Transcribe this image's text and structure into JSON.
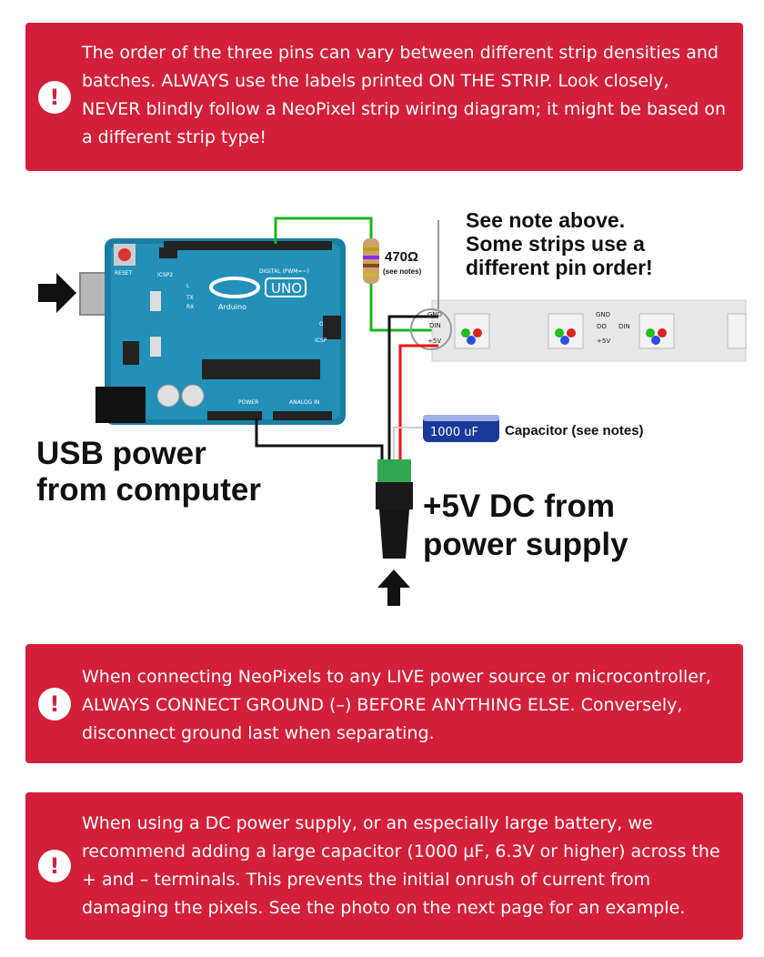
{
  "warnings": [
    {
      "icon": "!",
      "text": "The order of the three pins can vary between different strip densities and batches. ALWAYS use the labels printed ON THE STRIP. Look closely, NEVER blindly follow a NeoPixel strip wiring diagram; it might be based on a different strip type!"
    },
    {
      "icon": "!",
      "text": "When connecting NeoPixels to any LIVE power source or microcontroller, ALWAYS CONNECT GROUND (–) BEFORE ANYTHING ELSE. Conversely, disconnect ground last when separating."
    },
    {
      "icon": "!",
      "text": "When using a DC power supply, or an especially large battery, we recommend adding a large capacitor (1000 µF, 6.3V or higher) across the + and – terminals. This prevents the initial onrush of current from damaging the pixels. See the photo on the next page for an example."
    }
  ],
  "diagram": {
    "note_line1": "See note above.",
    "note_line2": "Some strips use a",
    "note_line3": "different pin order!",
    "resistor_value": "470Ω",
    "resistor_note": "(see notes)",
    "capacitor_value": "1000 uF",
    "capacitor_label": "Capacitor (see notes)",
    "usb_line1": "USB power",
    "usb_line2": "from computer",
    "dc_line1": "+5V DC from",
    "dc_line2": "power supply",
    "board_model": "UNO",
    "board_brand": "Arduino",
    "board_reset": "RESET",
    "board_icsp2": "ICSP2",
    "board_icsp": "ICSP",
    "board_digital": "DIGITAL (PWM=~)",
    "board_power": "POWER",
    "board_analog": "ANALOG IN",
    "board_on": "ON",
    "board_l": "L",
    "board_tx": "TX",
    "board_rx": "RX",
    "strip_gnd": "GND",
    "strip_din": "DIN",
    "strip_do": "DO",
    "strip_5v": "+5V",
    "dc_minus": "⊖",
    "dc_plus": "⊕"
  }
}
